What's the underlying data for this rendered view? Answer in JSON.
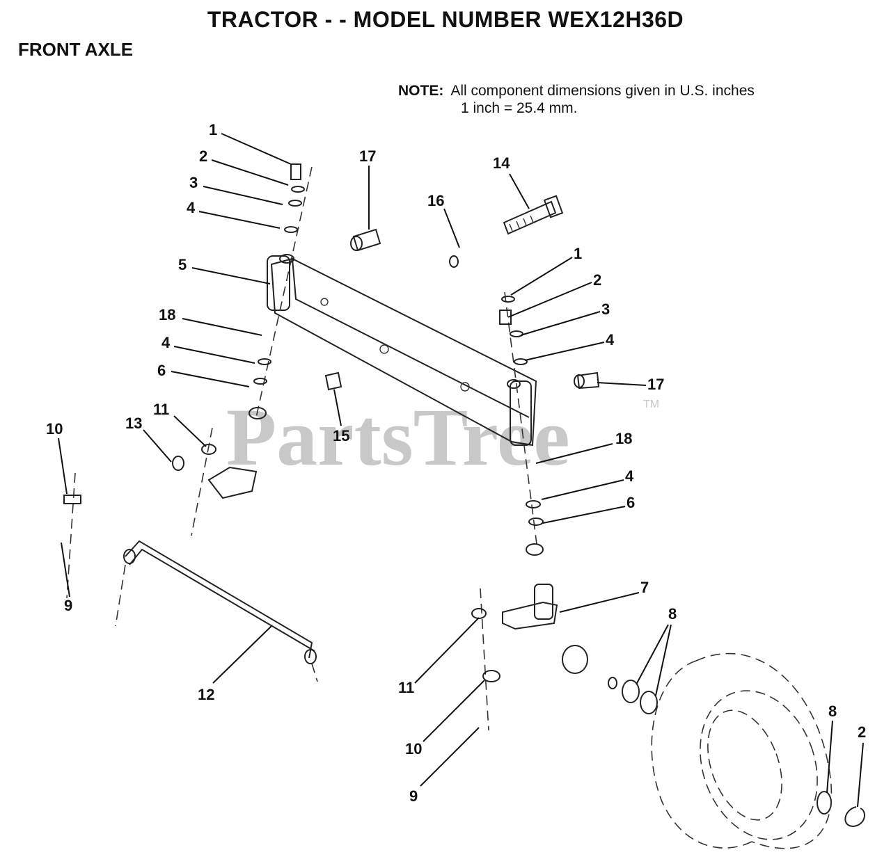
{
  "title": "TRACTOR - - MODEL NUMBER WEX12H36D",
  "section": "FRONT AXLE",
  "note": {
    "label": "NOTE:",
    "line1": "All component dimensions given in U.S. inches",
    "line2": "1 inch = 25.4 mm."
  },
  "watermark": {
    "text": "PartsTree",
    "tm": "TM"
  },
  "callouts": [
    "1",
    "2",
    "3",
    "4",
    "17",
    "14",
    "16",
    "5",
    "1",
    "2",
    "3",
    "4",
    "18",
    "4",
    "6",
    "17",
    "15",
    "10",
    "13",
    "11",
    "18",
    "4",
    "6",
    "9",
    "7",
    "8",
    "11",
    "12",
    "10",
    "8",
    "2",
    "9"
  ]
}
